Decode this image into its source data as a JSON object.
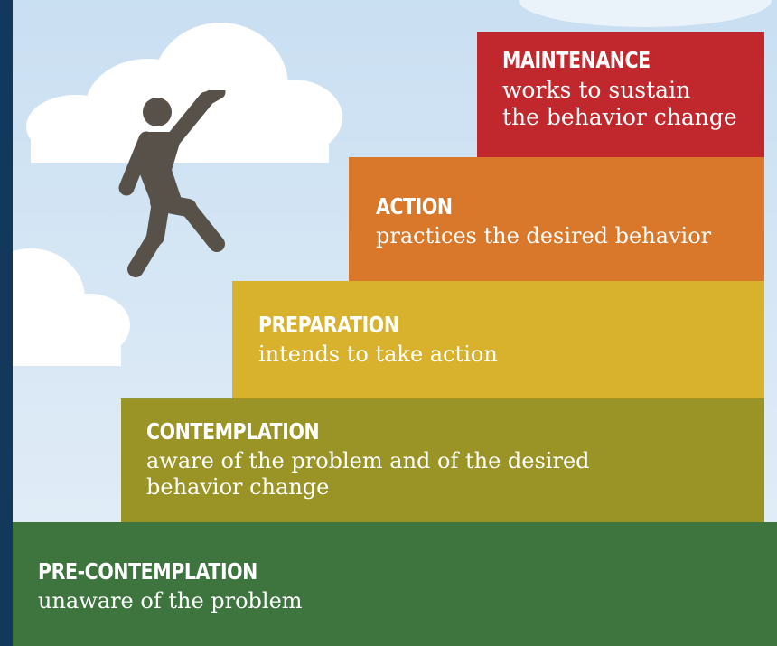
{
  "stages": {
    "maintenance": {
      "title": "MAINTENANCE",
      "line1": "works to sustain",
      "line2": "the behavior change",
      "color": "#c0282d"
    },
    "action": {
      "title": "ACTION",
      "description": "practices the desired behavior",
      "color": "#d9772a"
    },
    "preparation": {
      "title": "PREPARATION",
      "description": "intends to take action",
      "color": "#d8b22c"
    },
    "contemplation": {
      "title": "CONTEMPLATION",
      "line1": "aware of the problem and of the desired",
      "line2": "behavior change",
      "color": "#9a9325"
    },
    "precontemplation": {
      "title": "PRE-CONTEMPLATION",
      "description": "unaware of the problem",
      "color": "#3e753f"
    }
  },
  "icons": {
    "figure": "climbing-person-icon"
  }
}
